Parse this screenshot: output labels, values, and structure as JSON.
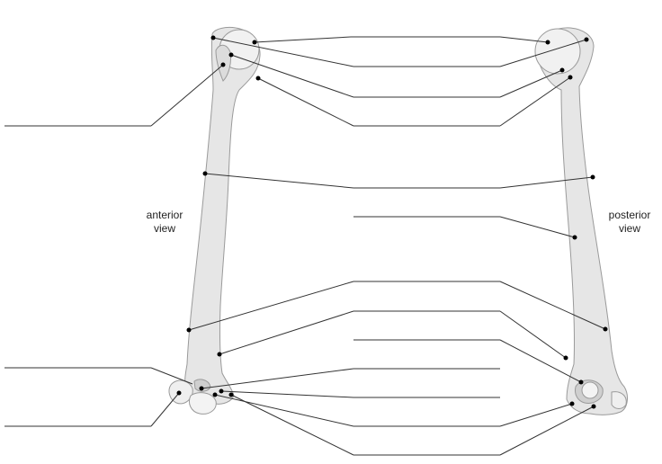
{
  "diagram": {
    "labels": {
      "anterior": [
        "anterior",
        "view"
      ],
      "posterior": [
        "posterior",
        "view"
      ]
    },
    "colors": {
      "bone_fill": "#e6e6e6",
      "bone_stroke": "#9a9a9a",
      "line": "#333333",
      "dot": "#000000"
    },
    "label_line_count": 16,
    "leader_dot_count": 22
  }
}
